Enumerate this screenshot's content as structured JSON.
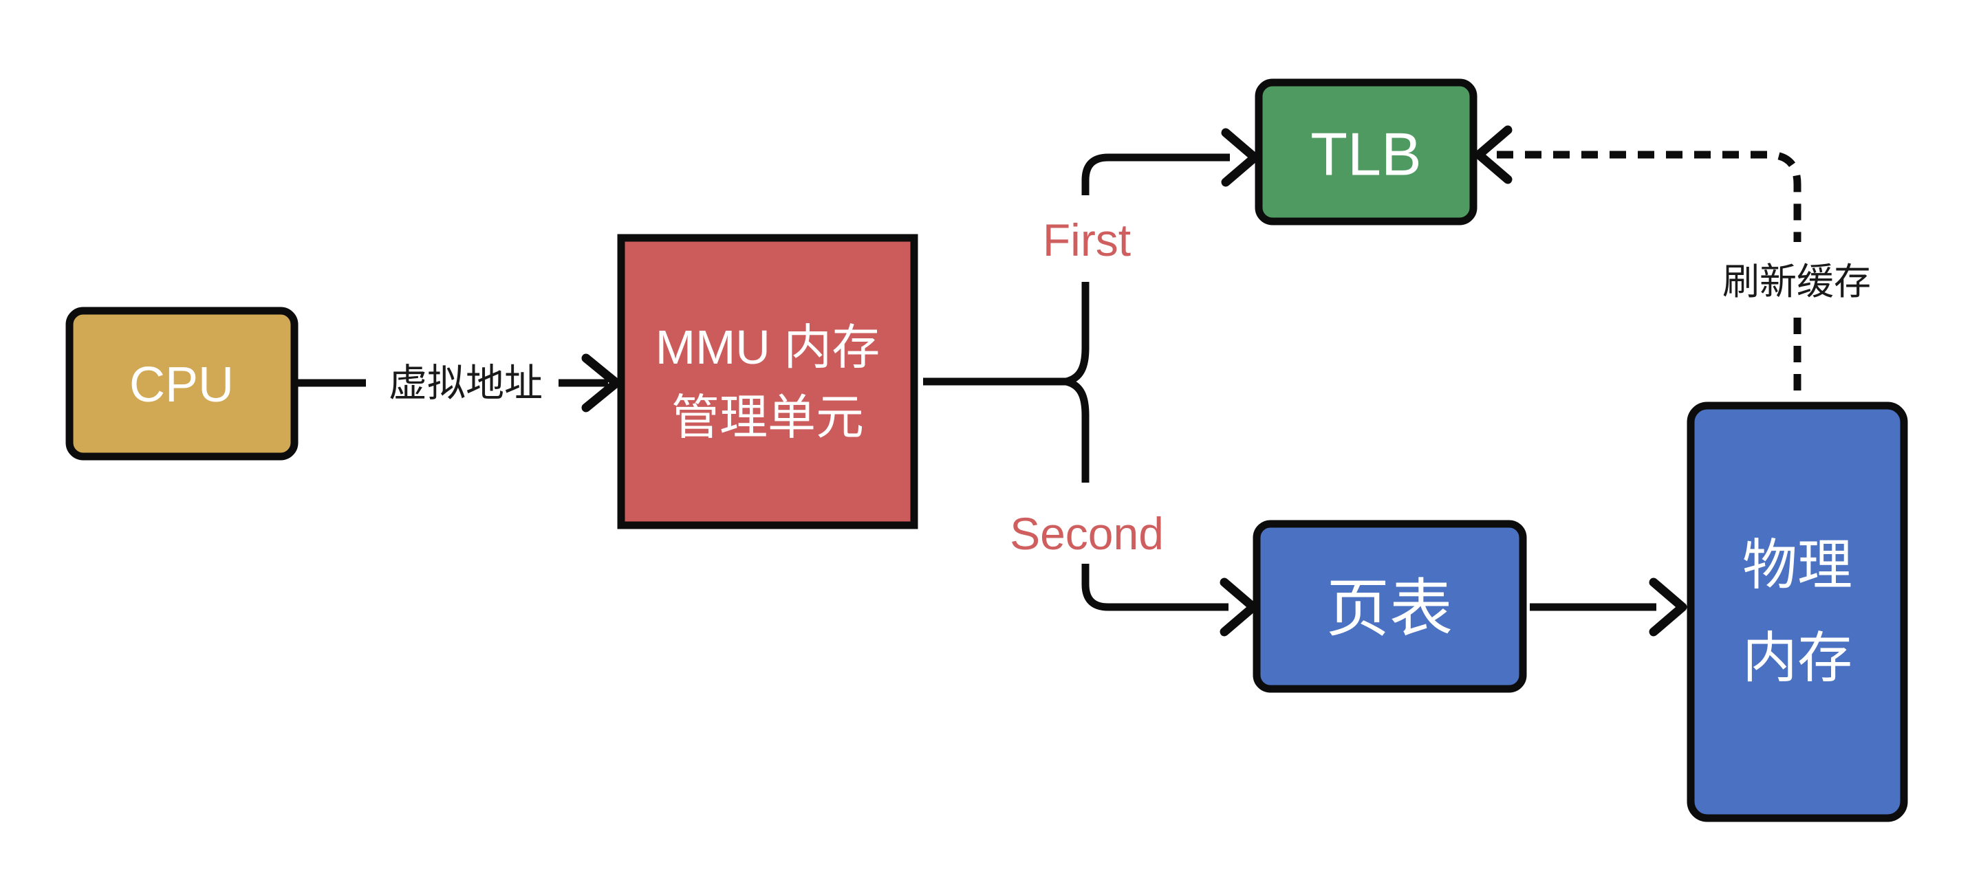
{
  "diagram": {
    "nodes": {
      "cpu": {
        "label": "CPU"
      },
      "mmu": {
        "line1": "MMU 内存",
        "line2": "管理单元"
      },
      "tlb": {
        "label": "TLB"
      },
      "page_table": {
        "label": "页表"
      },
      "physical_memory": {
        "line1": "物理",
        "line2": "内存"
      }
    },
    "labels": {
      "virtual_address": "虚拟地址",
      "first": "First",
      "second": "Second",
      "refresh_cache": "刷新缓存"
    },
    "colors": {
      "cpu_fill": "#D1A954",
      "mmu_fill": "#CC5C5C",
      "tlb_fill": "#4F9A61",
      "blue_fill": "#4B72C2",
      "label_red": "#CF5F5F",
      "label_dark": "#1A1A1A",
      "line_black": "#0C0C0C",
      "background": "#FFFFFF"
    }
  }
}
